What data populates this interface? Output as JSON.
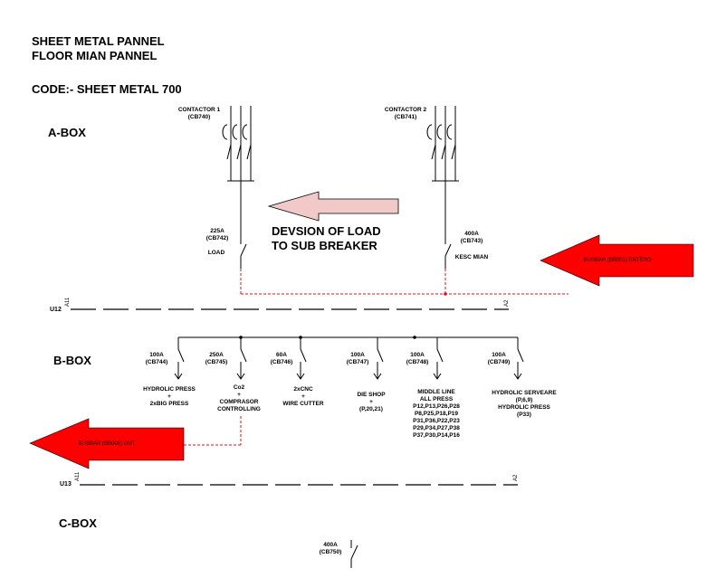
{
  "header": {
    "line1": "SHEET METAL PANNEL",
    "line2": "FLOOR MIAN PANNEL",
    "code": "CODE:- SHEET METAL 700"
  },
  "boxes": {
    "a": "A-BOX",
    "b": "B-BOX",
    "c": "C-BOX"
  },
  "contactors": [
    {
      "name": "CONTACTOR 1",
      "id": "(CB740)"
    },
    {
      "name": "CONTACTOR 2",
      "id": "(CB741)"
    }
  ],
  "breakers_top": [
    {
      "rating": "225A",
      "id": "(CB742)",
      "load": "LOAD"
    },
    {
      "rating": "400A",
      "id": "(CB743)",
      "load": "KESC MIAN"
    }
  ],
  "arrows": {
    "devision": [
      "DEVSION OF LOAD",
      "TO SUB BREAKER"
    ],
    "busbar_in": "BUSBAR (BB001) ENTERO",
    "busbar_out": "BUSBAR (BB005) OUT"
  },
  "buses": {
    "u12": {
      "label": "U12",
      "a1": "A11",
      "a2": "A2"
    },
    "u13": {
      "label": "U13",
      "a1": "A11",
      "a2": "A2"
    }
  },
  "feeders": [
    {
      "rating": "100A",
      "id": "(CB744)",
      "desc": [
        "HYDROLIC PRESS",
        "+",
        "2xBIG PRESS"
      ]
    },
    {
      "rating": "250A",
      "id": "(CB745)",
      "desc": [
        "Co2",
        "+",
        "COMPRASOR",
        "CONTROLLING"
      ]
    },
    {
      "rating": "60A",
      "id": "(CB746)",
      "desc": [
        "2xCNC",
        "+",
        "WIRE CUTTER"
      ]
    },
    {
      "rating": "100A",
      "id": "(CB747)",
      "desc": [
        "DIE SHOP",
        "+",
        "(P,20,21)"
      ]
    },
    {
      "rating": "100A",
      "id": "(CB748)",
      "desc": [
        "MIDDLE LINE",
        "ALL PRESS",
        "P12,P13,P26,P28",
        "P8,P25,P18,P19",
        "P31,P36,P22,P23",
        "P29,P34,P27,P38",
        "P37,P30,P14,P16"
      ]
    },
    {
      "rating": "100A",
      "id": "(CB749)",
      "desc": [
        "HYDROLIC SERVEARE",
        "(P,6,9)",
        "HYDROLIC PRESS",
        "(P33)"
      ]
    }
  ],
  "cbox_breaker": {
    "rating": "400A",
    "id": "(CB750)"
  },
  "colors": {
    "arrow_red": "#ff0000",
    "arrow_pink": "#f2c9c9",
    "dashed": "#e0101a"
  }
}
